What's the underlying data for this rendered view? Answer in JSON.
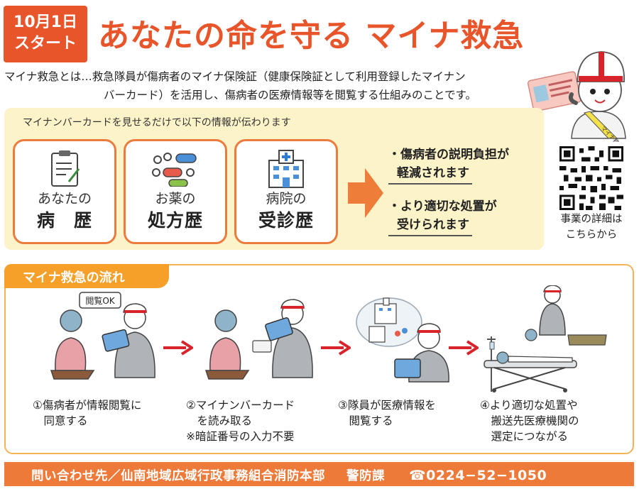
{
  "badge": {
    "line1": "10月1日",
    "line2": "スタート"
  },
  "title": "あなたの命を守る マイナ救急",
  "intro": {
    "line1": "マイナ救急とは…救急隊員が傷病者のマイナ保険証（健康保険証として利用登録したマイナン",
    "line2": "バーカード）を活用し、傷病者の医療情報等を閲覧する仕組みのことです。"
  },
  "mascot": {
    "sash": "マイナ救急"
  },
  "info": {
    "heading": "マイナンバーカードを見せるだけで以下の情報が伝わります",
    "cards": [
      {
        "line1": "あなたの",
        "line2": "病　歴",
        "icon": "clipboard-icon"
      },
      {
        "line1": "お薬の",
        "line2": "処方歴",
        "icon": "pills-icon"
      },
      {
        "line1": "病院の",
        "line2": "受診歴",
        "icon": "hospital-icon"
      }
    ],
    "benefits": [
      {
        "line1": "・傷病者の説明負担が",
        "line2": "軽減されます"
      },
      {
        "line1": "・より適切な処置が",
        "line2": "受けられます"
      }
    ]
  },
  "qr": {
    "caption1": "事業の詳細は",
    "caption2": "こちらから"
  },
  "flow": {
    "tab": "マイナ救急の流れ",
    "bubble": "閲覧OK",
    "steps": [
      {
        "lines": [
          "①傷病者が情報閲覧に",
          "　同意する"
        ]
      },
      {
        "lines": [
          "②マイナンバーカード",
          "　を読み取る",
          "※暗証番号の入力不要"
        ]
      },
      {
        "lines": [
          "③隊員が医療情報を",
          "　閲覧する"
        ]
      },
      {
        "lines": [
          "④より適切な処置や",
          "　搬送先医療機関の",
          "　選定につながる"
        ]
      }
    ]
  },
  "footer": {
    "contact": "問い合わせ先／仙南地域広域行政事務組合消防本部",
    "dept": "警防課",
    "tel": "☎0224−52−1050"
  },
  "colors": {
    "accent": "#e8552a",
    "orange": "#f6a02a",
    "panel": "#fdf3c8",
    "arrow_red": "#d9232a"
  }
}
